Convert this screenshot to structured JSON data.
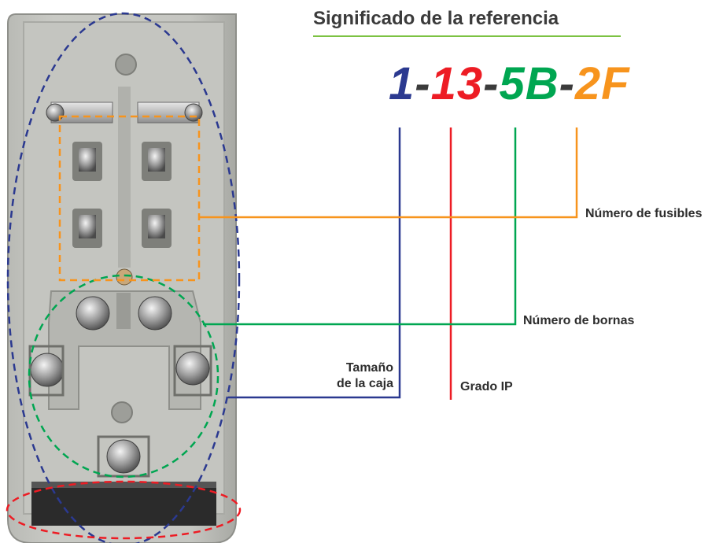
{
  "title": "Significado de la referencia",
  "code": {
    "parts": [
      {
        "text": "1",
        "color": "#2b3990"
      },
      {
        "text": "-",
        "color": "#3b3b3b"
      },
      {
        "text": "13",
        "color": "#ed1c24"
      },
      {
        "text": "-",
        "color": "#3b3b3b"
      },
      {
        "text": "5B",
        "color": "#00a651"
      },
      {
        "text": "-",
        "color": "#3b3b3b"
      },
      {
        "text": "2F",
        "color": "#f7941d"
      }
    ]
  },
  "labels": {
    "fuses": "Número de fusibles",
    "terminals": "Número de bornas",
    "box_size_line1": "Tamaño",
    "box_size_line2": "de la caja",
    "ip": "Grado IP"
  },
  "colors": {
    "size": "#2b3990",
    "ip": "#ed1c24",
    "terminals": "#00a651",
    "fuses": "#f7941d",
    "title_rule": "#7cc242"
  },
  "image": {
    "subject": "junction box with fuse holders and terminal screws",
    "icons": [
      "screw-icon",
      "fuse-holder-icon"
    ]
  }
}
